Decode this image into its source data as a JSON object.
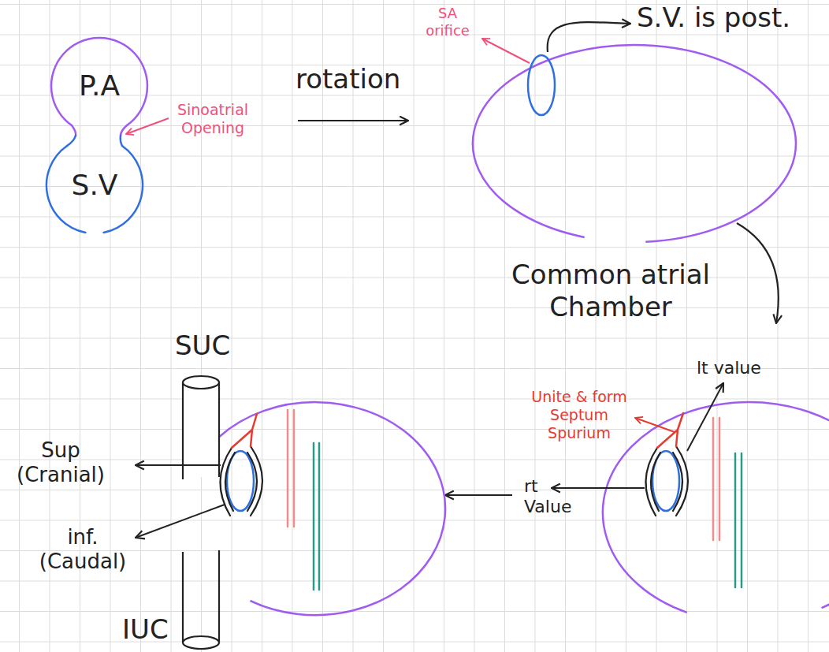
{
  "diagram": {
    "nodes": [
      {
        "text": [
          "P.A"
        ]
      },
      {
        "text": [
          "S.V"
        ]
      }
    ],
    "labels": [
      "Sinoatrial Opening",
      "rotation",
      "SA orifice",
      "S.V. is post.",
      "Common atrial Chamber",
      "lt value",
      "Unite & form Septum Spurium",
      "rt Value",
      "SUC",
      "Sup (Cranial)",
      "inf. (Caudal)",
      "IUC"
    ]
  }
}
